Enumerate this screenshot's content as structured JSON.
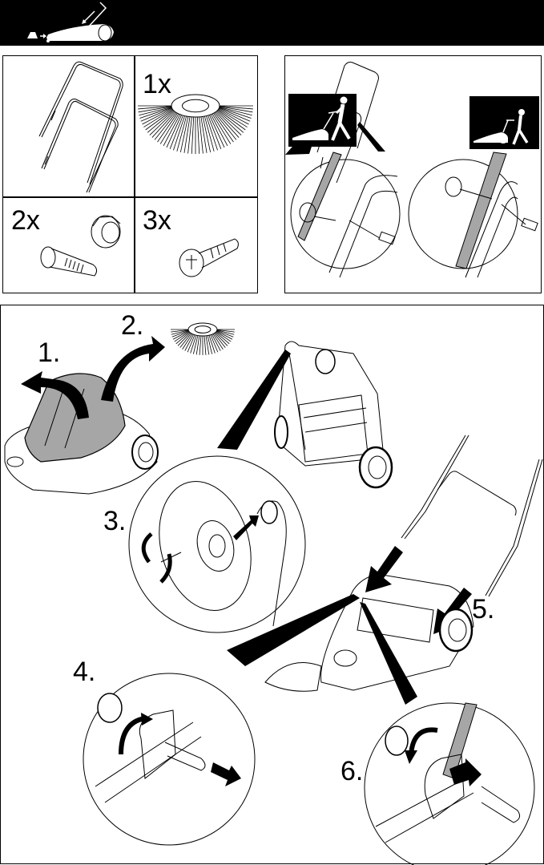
{
  "document": {
    "type": "assembly-instructions",
    "subject": "push sweeper"
  },
  "banner": {
    "icon": "sweeper-push-direction-icon",
    "background": "#000000"
  },
  "parts_panel": {
    "items": [
      {
        "id": "handle",
        "quantity_label": "",
        "icon": "handle-frame-icon"
      },
      {
        "id": "side-brush",
        "quantity_label": "1x",
        "icon": "side-brush-icon"
      },
      {
        "id": "bolt-and-knob",
        "quantity_label": "2x",
        "icon": "bolt-knob-icon"
      },
      {
        "id": "screw",
        "quantity_label": "3x",
        "icon": "screw-icon"
      }
    ]
  },
  "handle_height_panel": {
    "options": [
      {
        "id": "tall-user",
        "icon": "person-pushing-tall-icon"
      },
      {
        "id": "short-user",
        "icon": "person-pushing-short-icon"
      }
    ],
    "highlight_color": "#a6a6a6"
  },
  "steps_panel": {
    "steps": [
      {
        "label": "1.",
        "action": "lift cover"
      },
      {
        "label": "2.",
        "action": "remove side brush"
      },
      {
        "label": "3.",
        "action": "screw side brush on"
      },
      {
        "label": "4.",
        "action": "remove knob and bolt"
      },
      {
        "label": "5.",
        "action": "insert handle"
      },
      {
        "label": "6.",
        "action": "fasten bolt and knob"
      }
    ],
    "highlight_color": "#a6a6a6"
  }
}
